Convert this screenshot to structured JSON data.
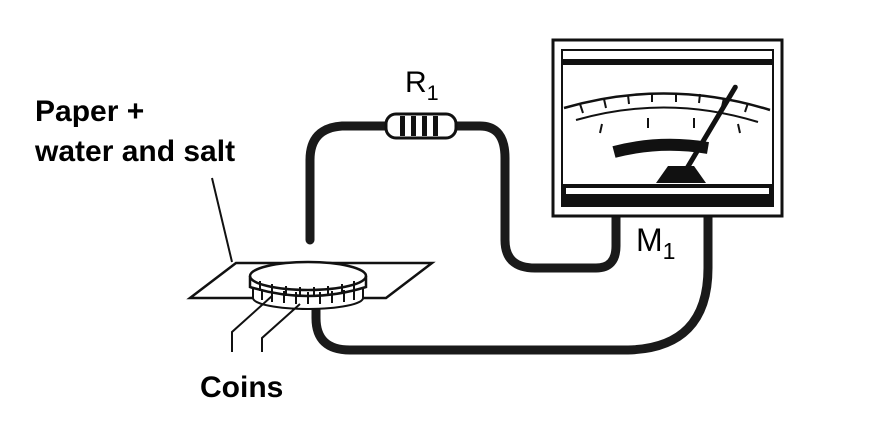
{
  "labels": {
    "paper_line1": "Paper +",
    "paper_line2": "water and salt",
    "coins": "Coins",
    "resistor_main": "R",
    "resistor_sub": "1",
    "meter_main": "M",
    "meter_sub": "1"
  },
  "colors": {
    "wire": "#1a1a1a",
    "outline": "#111111",
    "background": "#ffffff"
  },
  "meter": {
    "needle_level": 0.9
  }
}
